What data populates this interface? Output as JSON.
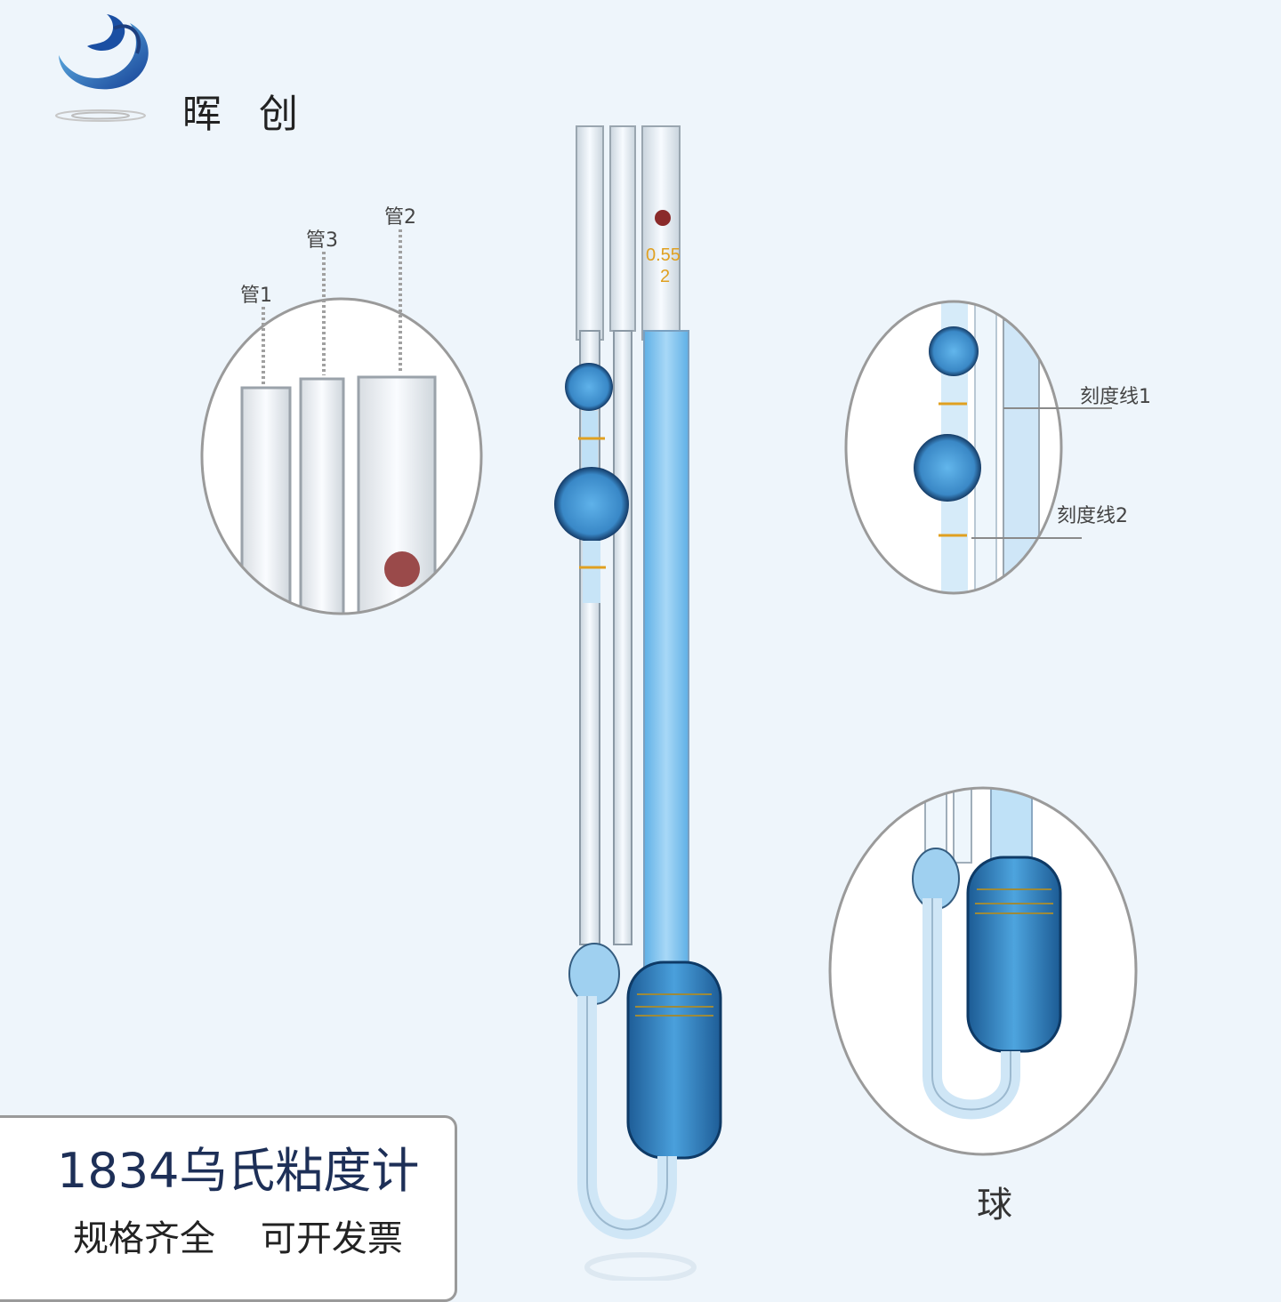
{
  "brand": {
    "name": "晖 创",
    "logo_icon": "swirl-water-logo-icon",
    "colors": {
      "primary": "#1a4fa3",
      "light": "#4aa6e6"
    }
  },
  "callouts": {
    "tubes": {
      "tube1": "管1",
      "tube3": "管3",
      "tube2": "管2"
    },
    "marks": {
      "line1": "刻度线1",
      "line2": "刻度线2"
    },
    "ball": "球"
  },
  "product": {
    "title": "1834乌氏粘度计",
    "subtitle": "规格齐全    可开发票",
    "engraving": {
      "value": "0.55",
      "size": "2"
    }
  },
  "colors": {
    "background": "#eef5fb",
    "liquid": "#3f97d6",
    "liquid_dark": "#1c5fa0",
    "mark": "#e0a020"
  }
}
